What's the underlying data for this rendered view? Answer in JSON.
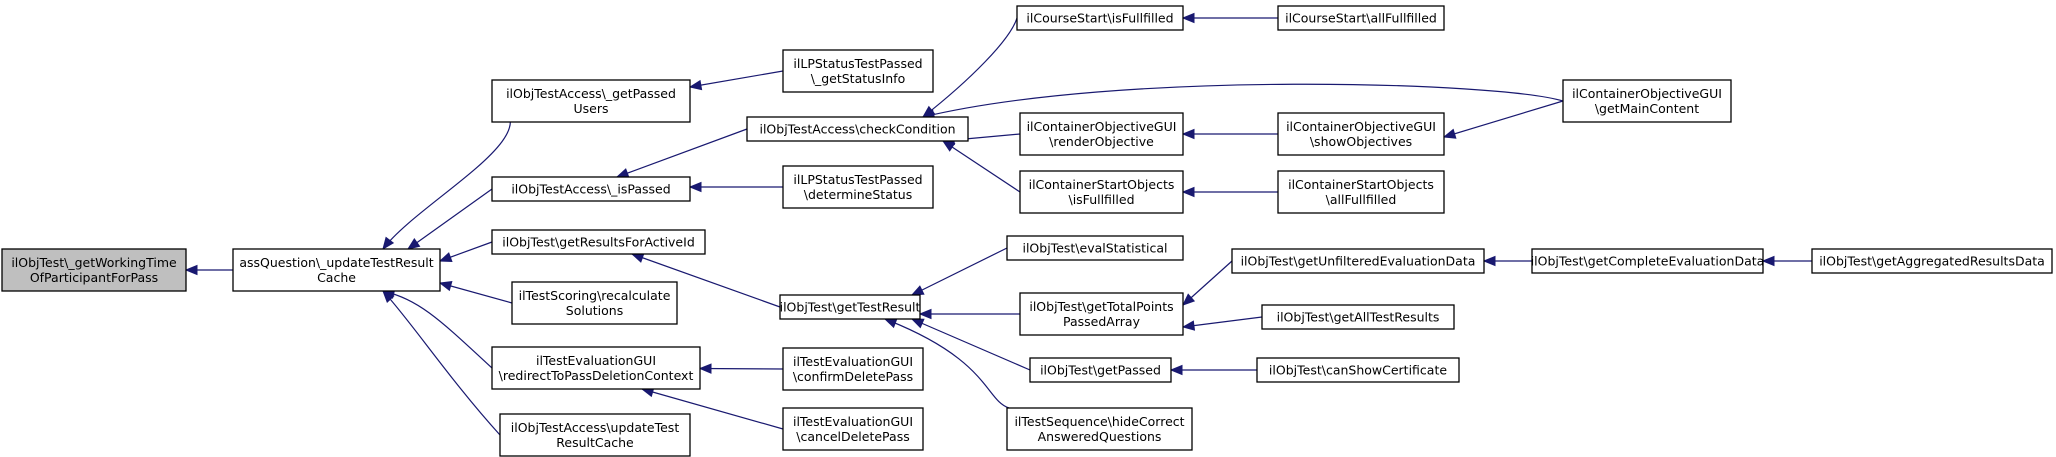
{
  "graph": {
    "edge_color": "#191970",
    "root_fill": "#bfbfbf",
    "nodes": [
      {
        "id": "root",
        "lines": [
          "ilObjTest\\_getWorkingTime",
          "OfParticipantForPass"
        ],
        "root": true
      },
      {
        "id": "assq",
        "lines": [
          "assQuestion\\_updateTestResult",
          "Cache"
        ]
      },
      {
        "id": "getpassedusers",
        "lines": [
          "ilObjTestAccess\\_getPassed",
          "Users"
        ]
      },
      {
        "id": "ispassed",
        "lines": [
          "ilObjTestAccess\\_isPassed"
        ]
      },
      {
        "id": "getresultsactive",
        "lines": [
          "ilObjTest\\getResultsForActiveId"
        ]
      },
      {
        "id": "scoring",
        "lines": [
          "ilTestScoring\\recalculate",
          "Solutions"
        ]
      },
      {
        "id": "evalredirect",
        "lines": [
          "ilTestEvaluationGUI",
          "\\redirectToPassDeletionContext"
        ]
      },
      {
        "id": "accessupdate",
        "lines": [
          "ilObjTestAccess\\updateTest",
          "ResultCache"
        ]
      },
      {
        "id": "lpstatusinfo",
        "lines": [
          "ilLPStatusTestPassed",
          "\\_getStatusInfo"
        ]
      },
      {
        "id": "checkcond",
        "lines": [
          "ilObjTestAccess\\checkCondition"
        ]
      },
      {
        "id": "lpdetermine",
        "lines": [
          "ilLPStatusTestPassed",
          "\\determineStatus"
        ]
      },
      {
        "id": "gettestresult",
        "lines": [
          "ilObjTest\\getTestResult"
        ]
      },
      {
        "id": "confirmdel",
        "lines": [
          "ilTestEvaluationGUI",
          "\\confirmDeletePass"
        ]
      },
      {
        "id": "canceldel",
        "lines": [
          "ilTestEvaluationGUI",
          "\\cancelDeletePass"
        ]
      },
      {
        "id": "coursefull",
        "lines": [
          "ilCourseStart\\isFullfilled"
        ]
      },
      {
        "id": "renderobj",
        "lines": [
          "ilContainerObjectiveGUI",
          "\\renderObjective"
        ]
      },
      {
        "id": "startfull",
        "lines": [
          "ilContainerStartObjects",
          "\\isFullfilled"
        ]
      },
      {
        "id": "evalstat",
        "lines": [
          "ilObjTest\\evalStatistical"
        ]
      },
      {
        "id": "totalpoints",
        "lines": [
          "ilObjTest\\getTotalPoints",
          "PassedArray"
        ]
      },
      {
        "id": "getpassed",
        "lines": [
          "ilObjTest\\getPassed"
        ]
      },
      {
        "id": "hidecorrect",
        "lines": [
          "ilTestSequence\\hideCorrect",
          "AnsweredQuestions"
        ]
      },
      {
        "id": "courseall",
        "lines": [
          "ilCourseStart\\allFullfilled"
        ]
      },
      {
        "id": "showobj",
        "lines": [
          "ilContainerObjectiveGUI",
          "\\showObjectives"
        ]
      },
      {
        "id": "startall",
        "lines": [
          "ilContainerStartObjects",
          "\\allFullfilled"
        ]
      },
      {
        "id": "unfiltered",
        "lines": [
          "ilObjTest\\getUnfilteredEvaluationData"
        ]
      },
      {
        "id": "alltestresults",
        "lines": [
          "ilObjTest\\getAllTestResults"
        ]
      },
      {
        "id": "canshowcert",
        "lines": [
          "ilObjTest\\canShowCertificate"
        ]
      },
      {
        "id": "maincontent",
        "lines": [
          "ilContainerObjectiveGUI",
          "\\getMainContent"
        ]
      },
      {
        "id": "complete",
        "lines": [
          "ilObjTest\\getCompleteEvaluationData"
        ]
      },
      {
        "id": "aggregated",
        "lines": [
          "ilObjTest\\getAggregatedResultsData"
        ]
      }
    ],
    "edges": [
      {
        "from": "assq",
        "to": "root"
      },
      {
        "from": "getpassedusers",
        "to": "assq"
      },
      {
        "from": "ispassed",
        "to": "assq"
      },
      {
        "from": "getresultsactive",
        "to": "assq"
      },
      {
        "from": "scoring",
        "to": "assq"
      },
      {
        "from": "evalredirect",
        "to": "assq"
      },
      {
        "from": "accessupdate",
        "to": "assq"
      },
      {
        "from": "lpstatusinfo",
        "to": "getpassedusers"
      },
      {
        "from": "checkcond",
        "to": "ispassed"
      },
      {
        "from": "lpdetermine",
        "to": "ispassed"
      },
      {
        "from": "gettestresult",
        "to": "getresultsactive"
      },
      {
        "from": "confirmdel",
        "to": "evalredirect"
      },
      {
        "from": "canceldel",
        "to": "evalredirect"
      },
      {
        "from": "coursefull",
        "to": "checkcond"
      },
      {
        "from": "maincontent",
        "to": "checkcond"
      },
      {
        "from": "renderobj",
        "to": "checkcond"
      },
      {
        "from": "startfull",
        "to": "checkcond"
      },
      {
        "from": "evalstat",
        "to": "gettestresult"
      },
      {
        "from": "totalpoints",
        "to": "gettestresult"
      },
      {
        "from": "getpassed",
        "to": "gettestresult"
      },
      {
        "from": "hidecorrect",
        "to": "gettestresult"
      },
      {
        "from": "courseall",
        "to": "coursefull"
      },
      {
        "from": "showobj",
        "to": "renderobj"
      },
      {
        "from": "startall",
        "to": "startfull"
      },
      {
        "from": "unfiltered",
        "to": "totalpoints"
      },
      {
        "from": "alltestresults",
        "to": "totalpoints"
      },
      {
        "from": "canshowcert",
        "to": "getpassed"
      },
      {
        "from": "maincontent",
        "to": "showobj"
      },
      {
        "from": "complete",
        "to": "unfiltered"
      },
      {
        "from": "aggregated",
        "to": "complete"
      }
    ]
  }
}
